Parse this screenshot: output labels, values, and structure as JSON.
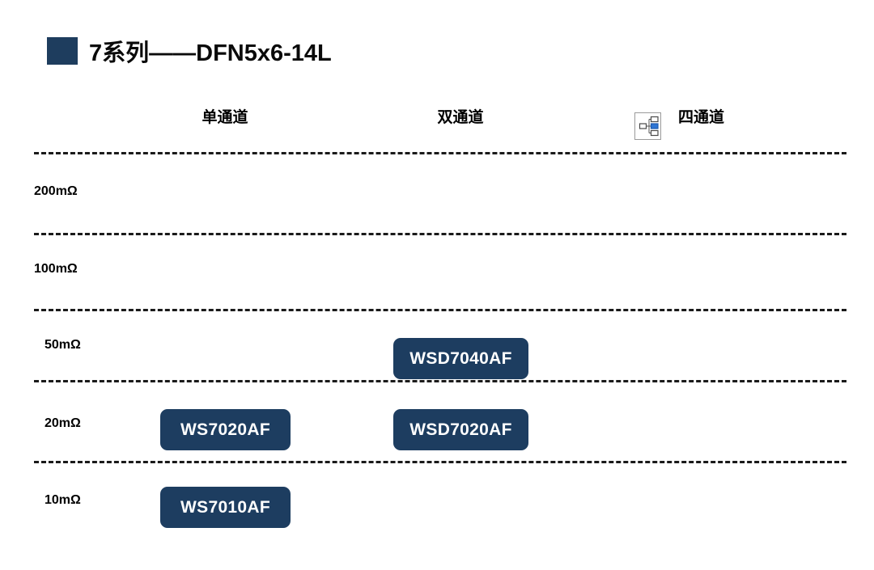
{
  "title": {
    "text": "7系列——DFN5x6-14L",
    "bullet_color": "#1e3d5e"
  },
  "columns": [
    {
      "label": "单通道",
      "key": "single"
    },
    {
      "label": "双通道",
      "key": "dual"
    },
    {
      "label": "四通道",
      "key": "quad"
    }
  ],
  "quad_icon": {
    "name": "hierarchy-chart-icon",
    "accent_color": "#2e75d4"
  },
  "rows": [
    {
      "label": "200mΩ",
      "single": "",
      "dual": "",
      "quad": ""
    },
    {
      "label": "100mΩ",
      "single": "",
      "dual": "",
      "quad": ""
    },
    {
      "label": "50mΩ",
      "single": "",
      "dual": "WSD7040AF",
      "quad": ""
    },
    {
      "label": "20mΩ",
      "single": "WS7020AF",
      "dual": "WSD7020AF",
      "quad": ""
    },
    {
      "label": "10mΩ",
      "single": "WS7010AF",
      "dual": "",
      "quad": ""
    }
  ],
  "badges": {
    "wsd7040af": "WSD7040AF",
    "ws7020af": "WS7020AF",
    "wsd7020af": "WSD7020AF",
    "ws7010af": "WS7010AF",
    "color": "#1d3d60",
    "text_color": "#ffffff"
  },
  "labels": {
    "r200": "200mΩ",
    "r100": "100mΩ",
    "r50": "50mΩ",
    "r20": "20mΩ",
    "r10": "10mΩ"
  },
  "style": {
    "background": "#ffffff",
    "line_color": "#1a1a1a"
  }
}
